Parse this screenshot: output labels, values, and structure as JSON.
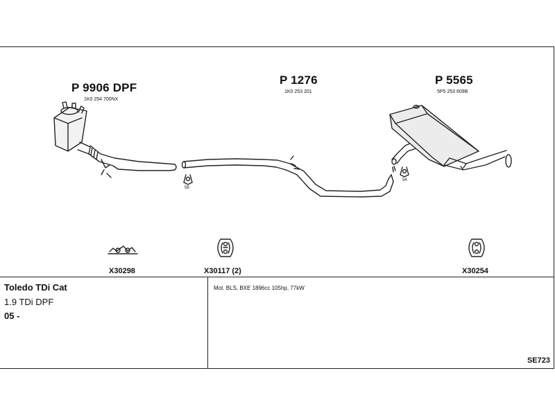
{
  "parts": [
    {
      "id": "P 9906 DPF",
      "oem": "1K0 254 700NX"
    },
    {
      "id": "P 1276",
      "oem": "1K0 253 201"
    },
    {
      "id": "P 5565",
      "oem": "5P5 253 609B"
    }
  ],
  "clamps": [
    "58",
    "54"
  ],
  "accessories": [
    {
      "code": "X30298"
    },
    {
      "code": "X30117 (2)"
    },
    {
      "code": "X30254"
    }
  ],
  "vehicle": {
    "name": "Toledo TDi Cat",
    "engine": "1.9 TDi DPF",
    "years": "05 -",
    "engine_codes": "Mot. BLS, BXE 1896cc 105hp, 77kW"
  },
  "diagram_id": "SE723"
}
